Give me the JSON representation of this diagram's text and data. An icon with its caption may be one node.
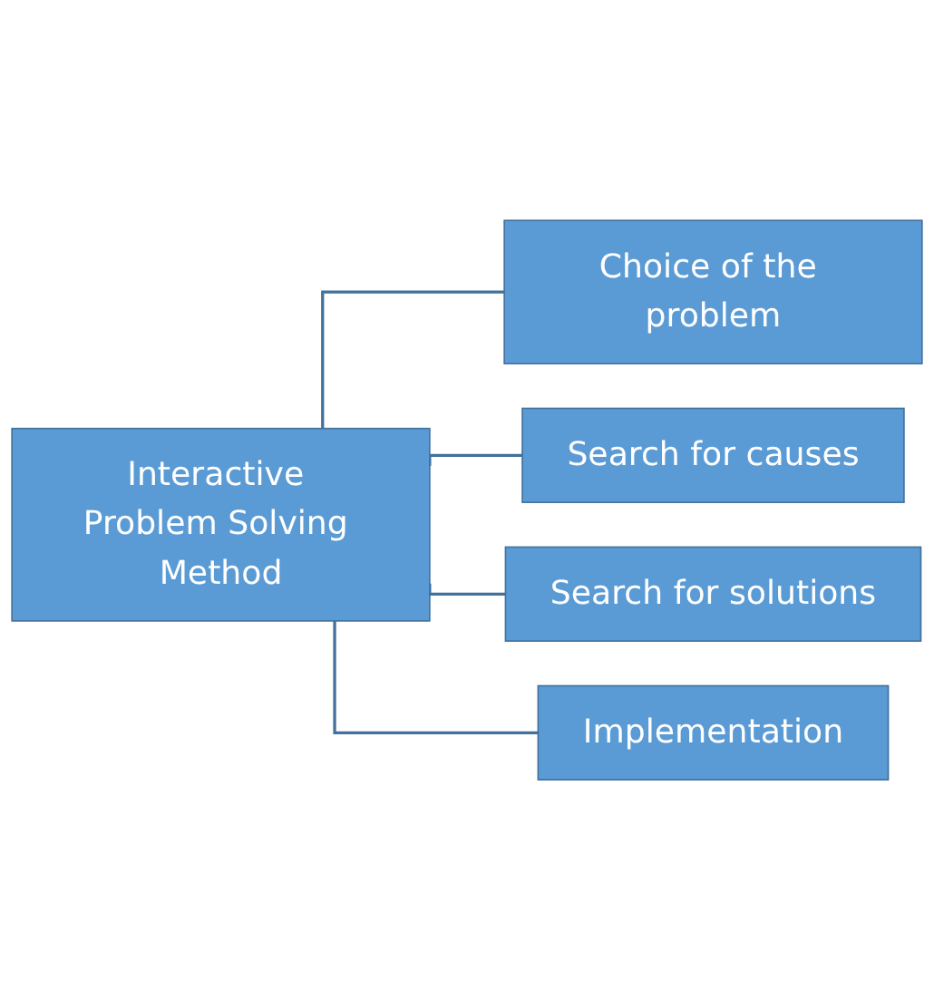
{
  "diagram": {
    "nodes": [
      {
        "text": [
          "Interactive Problem Solving Method"
        ]
      },
      {
        "text": [
          "Choice of the problem"
        ]
      },
      {
        "text": [
          "Search for causes"
        ]
      },
      {
        "text": [
          "Search for solutions"
        ]
      },
      {
        "text": [
          "Implementation"
        ]
      }
    ],
    "edges": [
      {
        "from": 0,
        "to": 1,
        "arrow": "none"
      },
      {
        "from": 0,
        "to": 2,
        "arrow": "none"
      },
      {
        "from": 0,
        "to": 3,
        "arrow": "none"
      },
      {
        "from": 0,
        "to": 4,
        "arrow": "none"
      }
    ]
  }
}
